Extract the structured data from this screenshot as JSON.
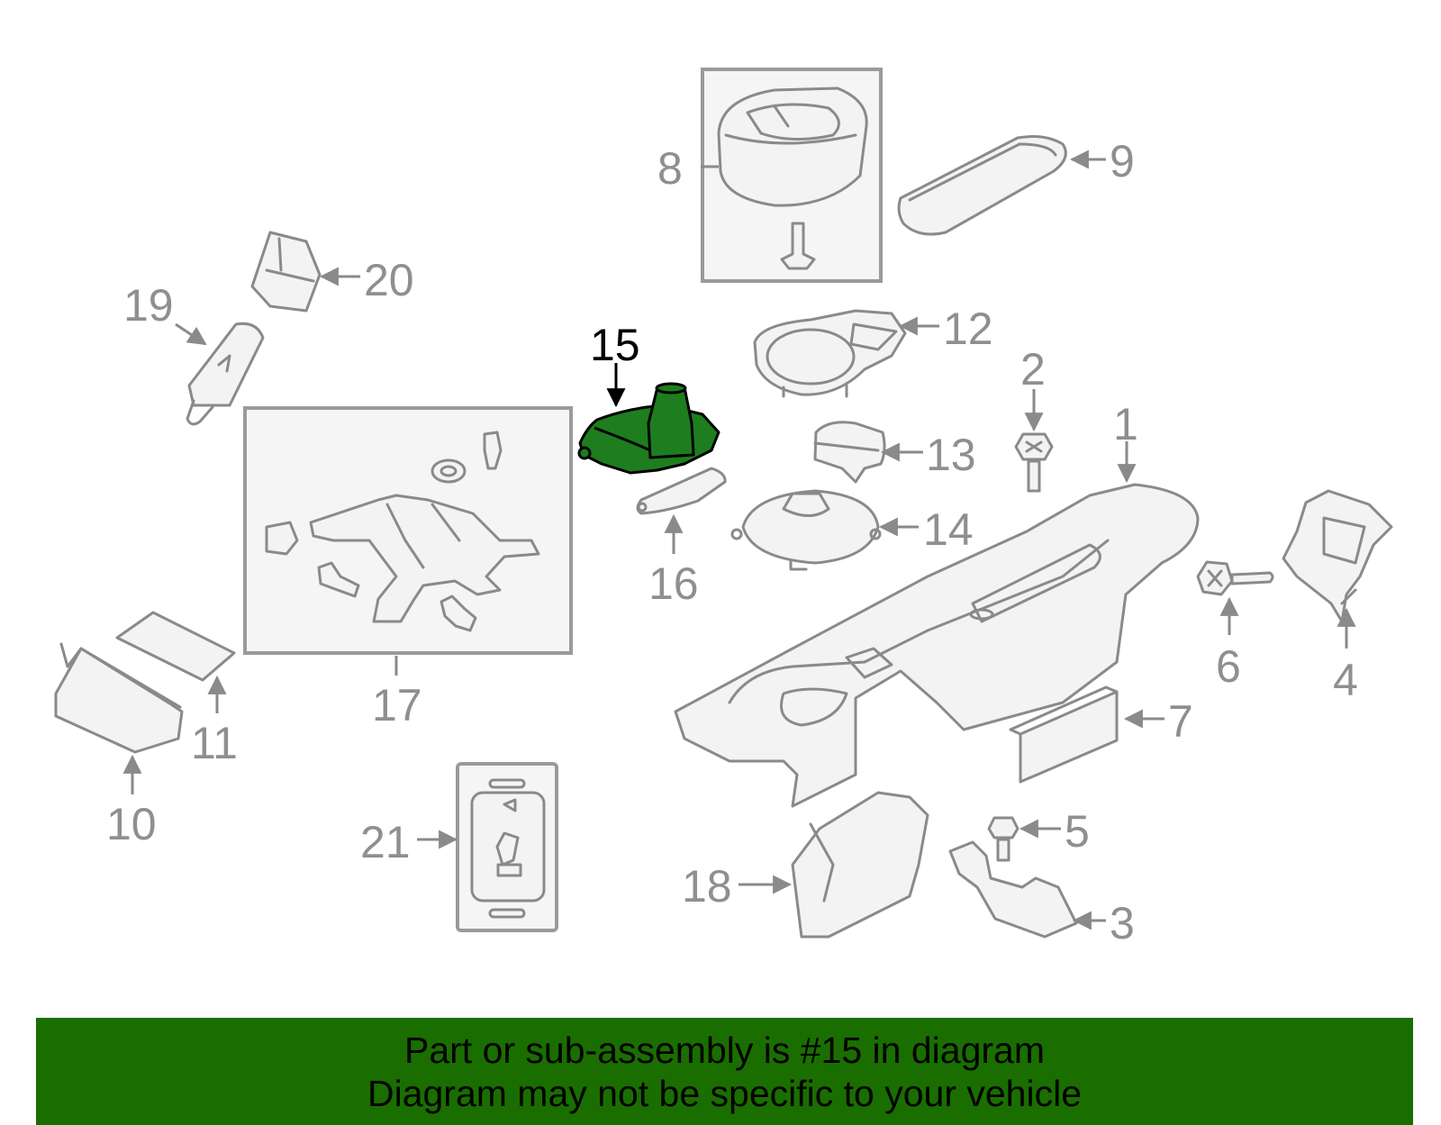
{
  "callouts": {
    "c1": "1",
    "c2": "2",
    "c3": "3",
    "c4": "4",
    "c5": "5",
    "c6": "6",
    "c7": "7",
    "c8": "8",
    "c9": "9",
    "c10": "10",
    "c11": "11",
    "c12": "12",
    "c13": "13",
    "c14": "14",
    "c15": "15",
    "c16": "16",
    "c17": "17",
    "c18": "18",
    "c19": "19",
    "c20": "20",
    "c21": "21"
  },
  "highlighted_part": "15",
  "colors": {
    "highlight_fill": "#1e7d1e",
    "banner_background": "#1a6e00",
    "callout_gray": "#8f8f8f"
  },
  "banner": {
    "line1": "Part or sub-assembly is #15 in diagram",
    "line2": "Diagram may not be specific to your vehicle"
  }
}
